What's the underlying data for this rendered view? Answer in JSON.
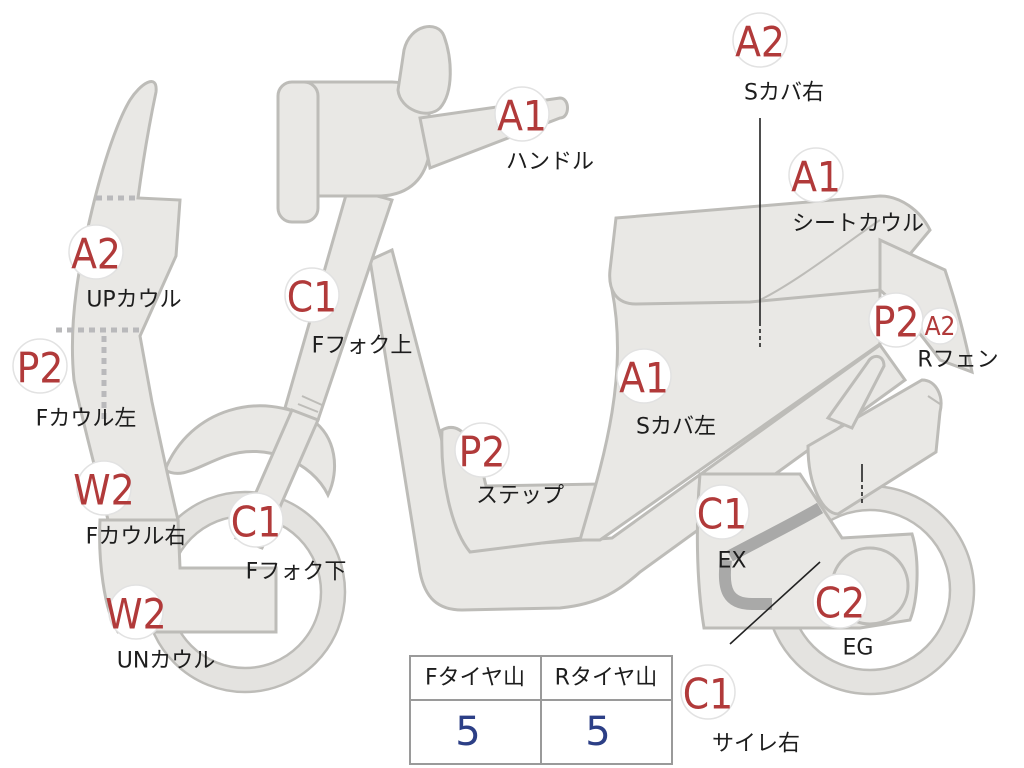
{
  "parts": [
    {
      "id": "handle",
      "code": "A1",
      "label": "ハンドル"
    },
    {
      "id": "s-cover-right",
      "code": "A2",
      "label": "Sカバ右"
    },
    {
      "id": "seat-cowl",
      "code": "A1",
      "label": "シートカウル"
    },
    {
      "id": "up-cowl",
      "code": "A2",
      "label": "UPカウル"
    },
    {
      "id": "f-cowl-left",
      "code": "P2",
      "label": "Fカウル左"
    },
    {
      "id": "f-cowl-right",
      "code": "W2",
      "label": "Fカウル右"
    },
    {
      "id": "un-cowl",
      "code": "W2",
      "label": "UNカウル"
    },
    {
      "id": "f-fork-upper",
      "code": "C1",
      "label": "Fフォク上"
    },
    {
      "id": "f-fork-lower",
      "code": "C1",
      "label": "Fフォク下"
    },
    {
      "id": "step",
      "code": "P2",
      "label": "ステップ"
    },
    {
      "id": "s-cover-left",
      "code": "A1",
      "label": "Sカバ左"
    },
    {
      "id": "r-fender",
      "code": "P2",
      "code2": "A2",
      "label": "Rフェン"
    },
    {
      "id": "exhaust",
      "code": "C1",
      "label": "EX"
    },
    {
      "id": "engine",
      "code": "C2",
      "label": "EG"
    },
    {
      "id": "silencer-right",
      "code": "C1",
      "label": "サイレ右"
    }
  ],
  "tire_table": {
    "headers": [
      "Fタイヤ山",
      "Rタイヤ山"
    ],
    "values": [
      "5",
      "5"
    ]
  },
  "colors": {
    "code": "#b13a3a",
    "value": "#2c3f86",
    "body": "#e9e8e5",
    "outline": "#bdbcb8"
  }
}
